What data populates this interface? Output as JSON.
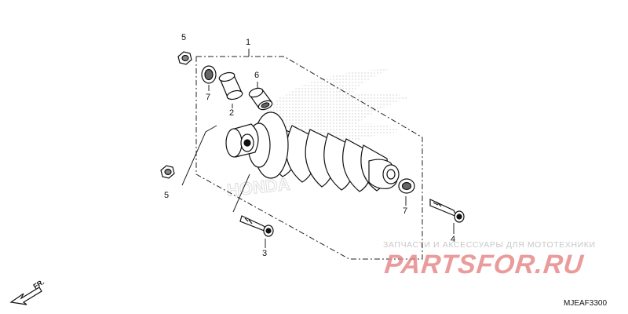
{
  "diagram": {
    "code": "MJEAF3300",
    "front_marker": "FR.",
    "callouts": [
      "5",
      "1",
      "7",
      "6",
      "2",
      "5",
      "7",
      "4",
      "3"
    ],
    "watermark": {
      "caption": "ЗАПЧАСТИ И АКСЕССУАРЫ ДЛЯ МОТОТЕХНИКИ",
      "logo": "PARTSFOR.RU",
      "logo_color": "#e78a8a"
    }
  }
}
